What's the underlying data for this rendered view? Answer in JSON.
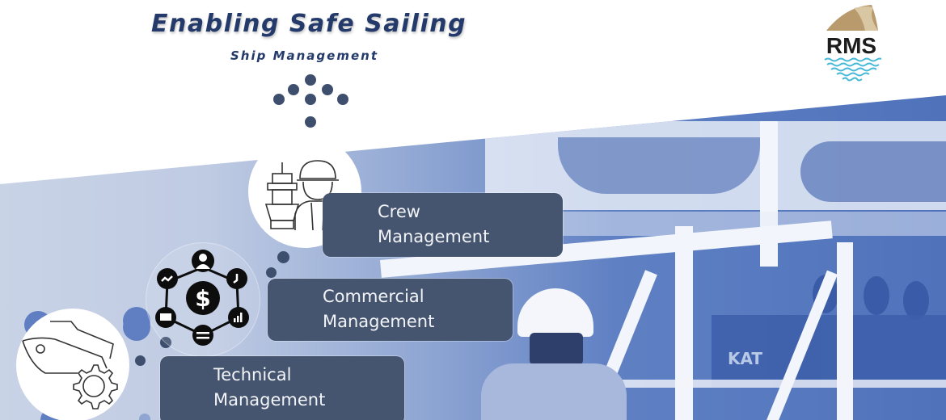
{
  "header": {
    "title": "Enabling Safe Sailing",
    "subtitle": "Ship Management"
  },
  "logo": {
    "text": "RMS",
    "colors": {
      "sand": "#b89a6c",
      "text": "#1c1c1c",
      "waves": "#45b8d8"
    }
  },
  "services": [
    {
      "line1": "Crew",
      "line2": "Management",
      "icon": "crew-worker-ship-icon"
    },
    {
      "line1": "Commercial",
      "line2": "Management",
      "icon": "commercial-network-dollar-icon"
    },
    {
      "line1": "Technical",
      "line2": "Management",
      "icon": "ship-gear-icon"
    }
  ],
  "background": {
    "photo_text": "KAT"
  },
  "colors": {
    "title": "#243a6b",
    "box": "#45546f",
    "dot": "#3e4f6e",
    "photo_tint": "#4f72bb"
  }
}
